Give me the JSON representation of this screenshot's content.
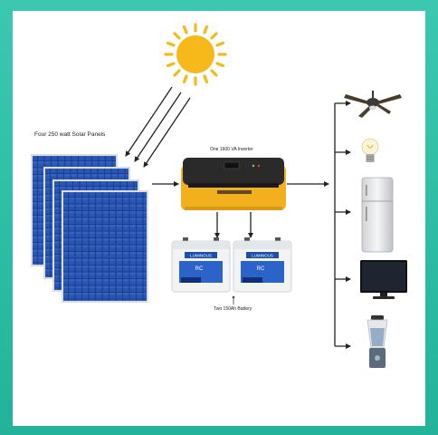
{
  "labels": {
    "panels": "Four 250 watt Solar Panels",
    "inverter": "One 1600 VA Inverter",
    "battery": "Two 150Ah Battery"
  },
  "icons": {
    "sun": "sun-icon",
    "solar_panel": "solar-panel-icon",
    "inverter": "inverter-icon",
    "battery": "battery-icon",
    "fan": "ceiling-fan-icon",
    "bulb": "light-bulb-icon",
    "fridge": "refrigerator-icon",
    "tv": "television-icon",
    "blender": "blender-icon"
  },
  "colors": {
    "background": "#2fbfa6",
    "panel": "#1d3f8f",
    "inverter_body": "#f2b01e",
    "inverter_top": "#2a2a2a",
    "sun": "#f7b81b",
    "arrow": "#222222"
  },
  "brand": {
    "battery_top": "LUMINOUS",
    "battery_front": "RC"
  }
}
